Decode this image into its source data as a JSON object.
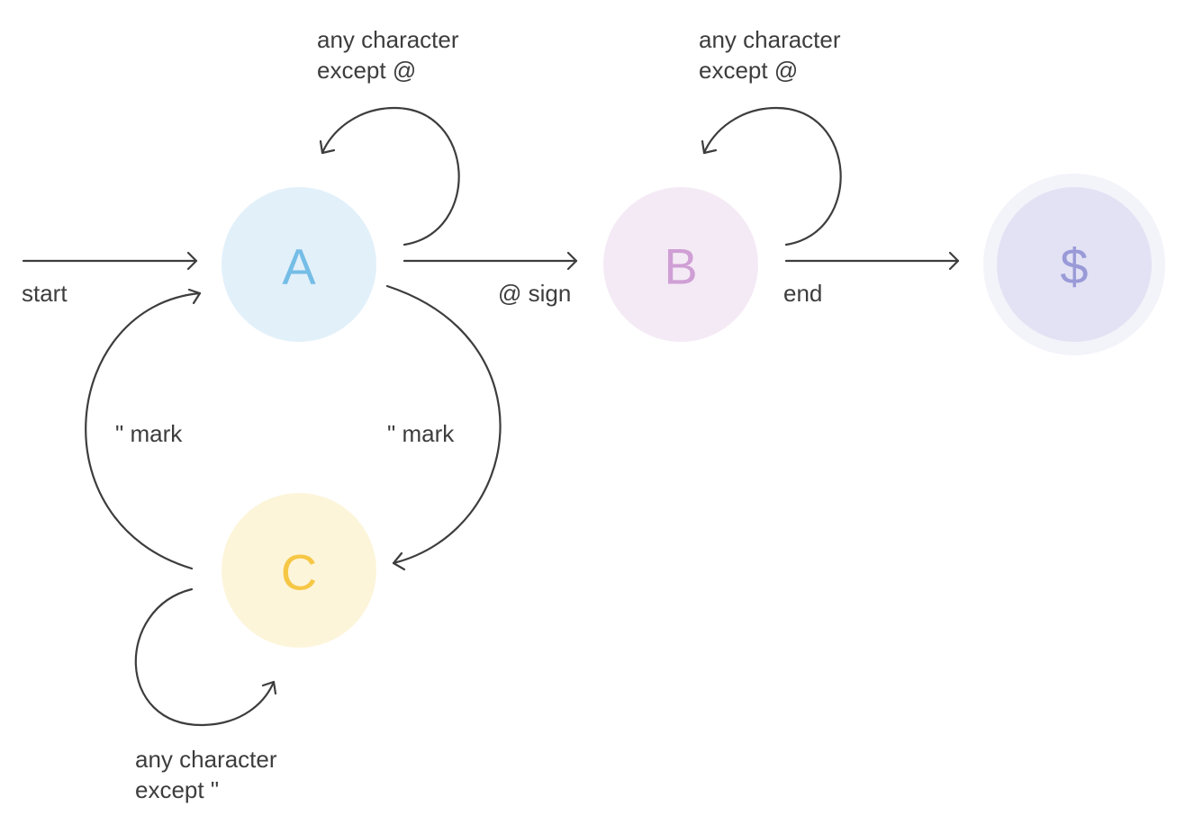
{
  "states": [
    {
      "id": "A",
      "label": "A",
      "fill": "#e2f0fa",
      "text_color": "#74bde6"
    },
    {
      "id": "B",
      "label": "B",
      "fill": "#f4eaf5",
      "text_color": "#cf9fd5"
    },
    {
      "id": "C",
      "label": "C",
      "fill": "#fdf5da",
      "text_color": "#f6c745"
    },
    {
      "id": "end",
      "label": "$",
      "fill": "#e2e2f4",
      "ring": "#f3f3fa",
      "text_color": "#9a9ad8"
    }
  ],
  "edges": {
    "start": {
      "line1": "start"
    },
    "a_self": {
      "line1": "any character",
      "line2": "except @"
    },
    "a_to_b": {
      "line1": "@ sign"
    },
    "b_self": {
      "line1": "any character",
      "line2": "except @"
    },
    "b_to_end": {
      "line1": "end"
    },
    "a_to_c": {
      "line1": "\" mark"
    },
    "c_to_a": {
      "line1": "\" mark"
    },
    "c_self": {
      "line1": "any character",
      "line2": "except \""
    }
  },
  "colors": {
    "line": "#3d3d3d",
    "label": "#3d3d3d",
    "background": "#ffffff"
  }
}
